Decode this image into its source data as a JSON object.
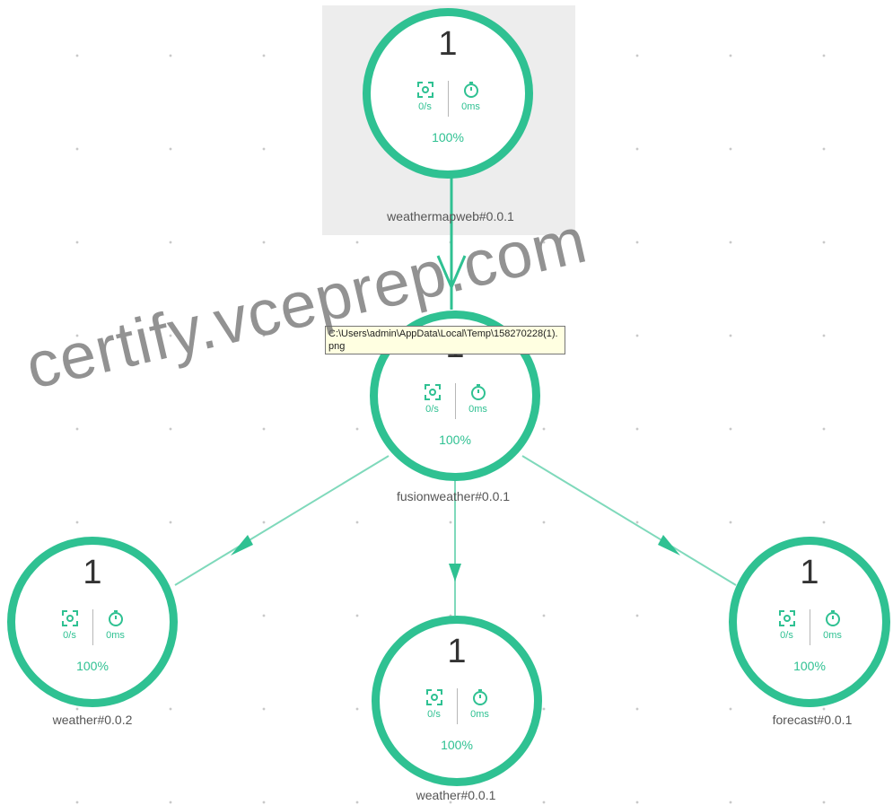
{
  "colors": {
    "accent": "#2fc192",
    "text": "#555555",
    "tooltip_bg": "#ffffe1"
  },
  "nodes": [
    {
      "id": "weathermapweb",
      "count": "1",
      "rate": "0/s",
      "latency": "0ms",
      "percent": "100%",
      "label": "weathermapweb#0.0.1",
      "selected": true
    },
    {
      "id": "fusionweather",
      "count": "1",
      "rate": "0/s",
      "latency": "0ms",
      "percent": "100%",
      "label": "fusionweather#0.0.1"
    },
    {
      "id": "weather002",
      "count": "1",
      "rate": "0/s",
      "latency": "0ms",
      "percent": "100%",
      "label": "weather#0.0.2"
    },
    {
      "id": "weather001",
      "count": "1",
      "rate": "0/s",
      "latency": "0ms",
      "percent": "100%",
      "label": "weather#0.0.1"
    },
    {
      "id": "forecast",
      "count": "1",
      "rate": "0/s",
      "latency": "0ms",
      "percent": "100%",
      "label": "forecast#0.0.1"
    }
  ],
  "icons": {
    "throughput": "scan-frame-icon",
    "latency": "timer-icon"
  },
  "tooltip": {
    "text": "C:\\Users\\admin\\AppData\\Local\\Temp\\158270228(1).png"
  },
  "watermark": "certify.vceprep.com"
}
